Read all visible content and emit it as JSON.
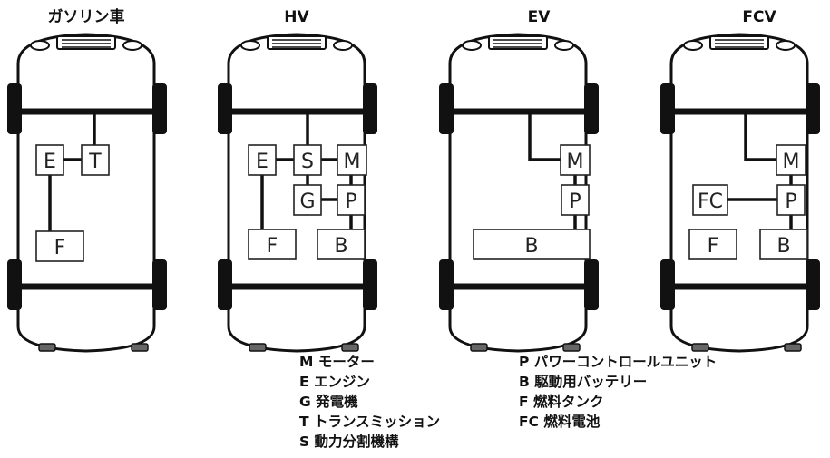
{
  "cars": [
    {
      "title": "ガソリン車",
      "components": {
        "E": "E",
        "T": "T",
        "F": "F"
      }
    },
    {
      "title": "HV",
      "components": {
        "E": "E",
        "S": "S",
        "M": "M",
        "G": "G",
        "P": "P",
        "F": "F",
        "B": "B"
      }
    },
    {
      "title": "EV",
      "components": {
        "M": "M",
        "P": "P",
        "B": "B"
      }
    },
    {
      "title": "FCV",
      "components": {
        "M": "M",
        "FC": "FC",
        "P": "P",
        "F": "F",
        "B": "B"
      }
    }
  ],
  "legend_left": [
    "M モーター",
    "E エンジン",
    "G 発電機",
    "T トランスミッション",
    "S 動力分割機構"
  ],
  "legend_right": [
    "P パワーコントロールユニット",
    "B 駆動用バッテリー",
    "F 燃料タンク",
    "FC 燃料電池"
  ]
}
